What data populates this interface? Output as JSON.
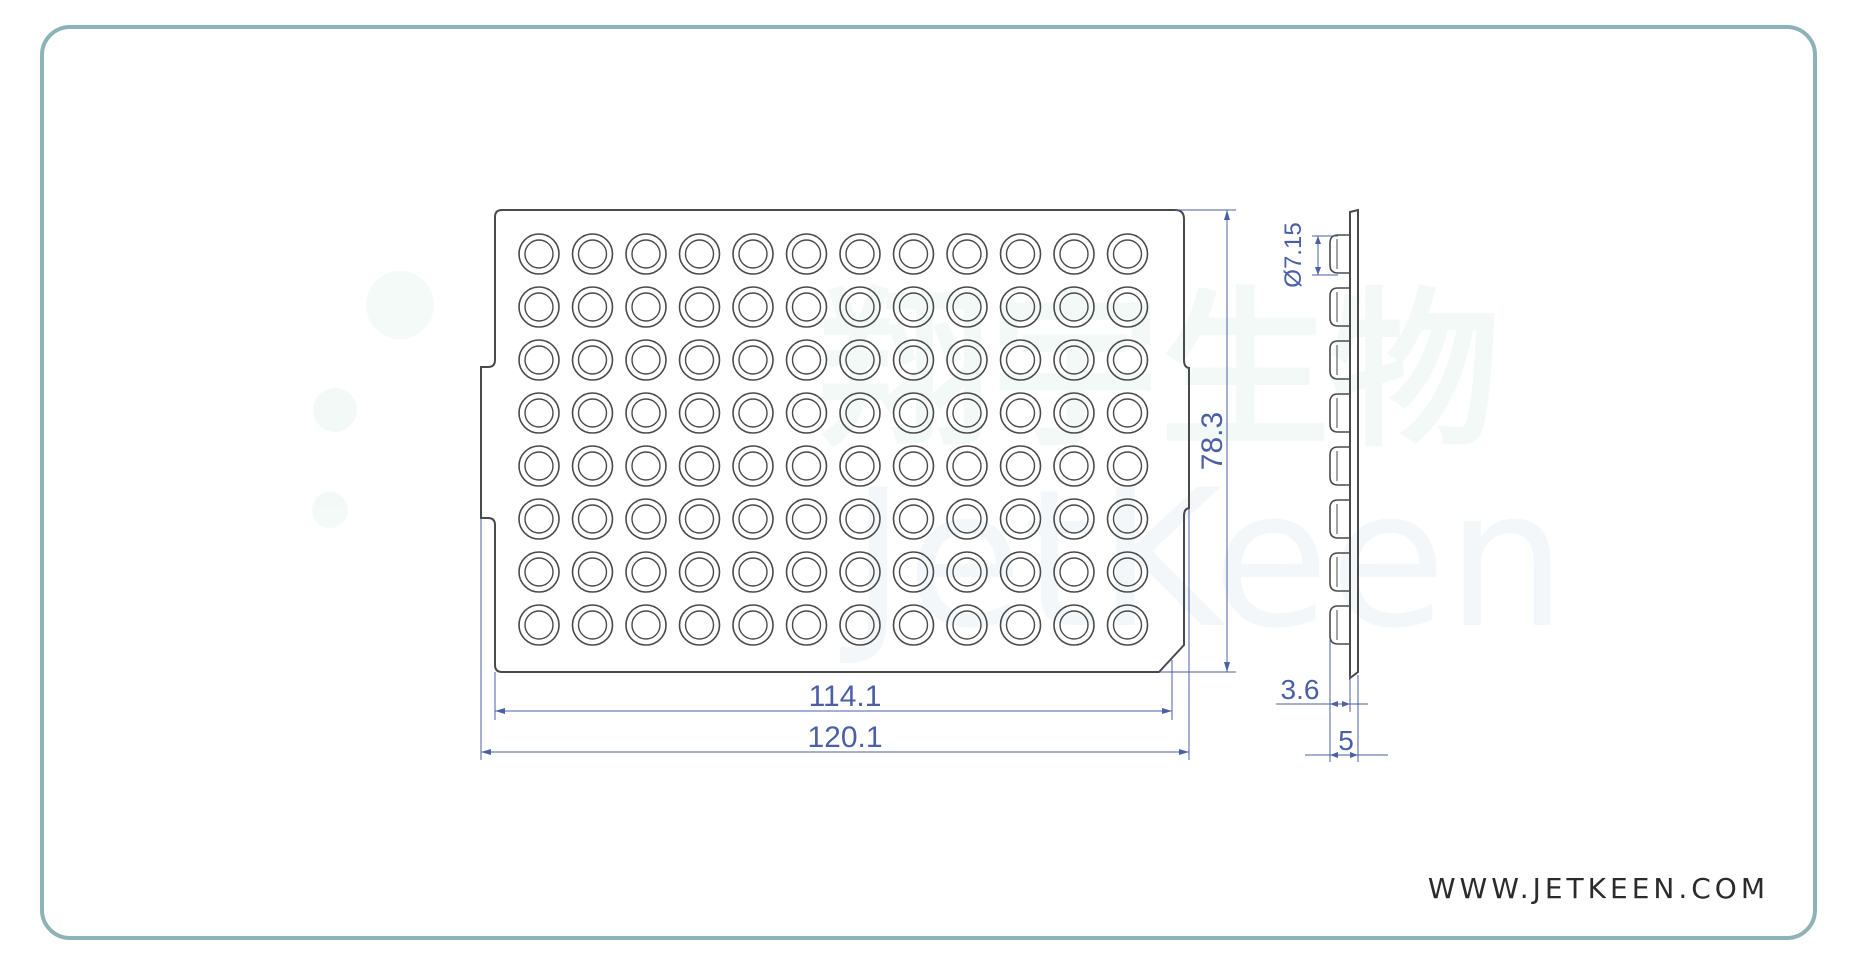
{
  "drawing": {
    "rows": 8,
    "columns": 12,
    "dimensions": {
      "well_diameter": "Ø7.15",
      "inner_width": "114.1",
      "outer_width": "120.1",
      "height": "78.3",
      "profile_step": "3.6",
      "profile_thickness": "5"
    },
    "line_color": "#4a4a4a",
    "dimension_color": "#4a5fa8",
    "frame_color": "#8db3b8"
  },
  "watermark": {
    "text_cn": "翔宇生物",
    "text_en": "JetKeen"
  },
  "footer": {
    "website": "WWW.JETKEEN.COM"
  }
}
